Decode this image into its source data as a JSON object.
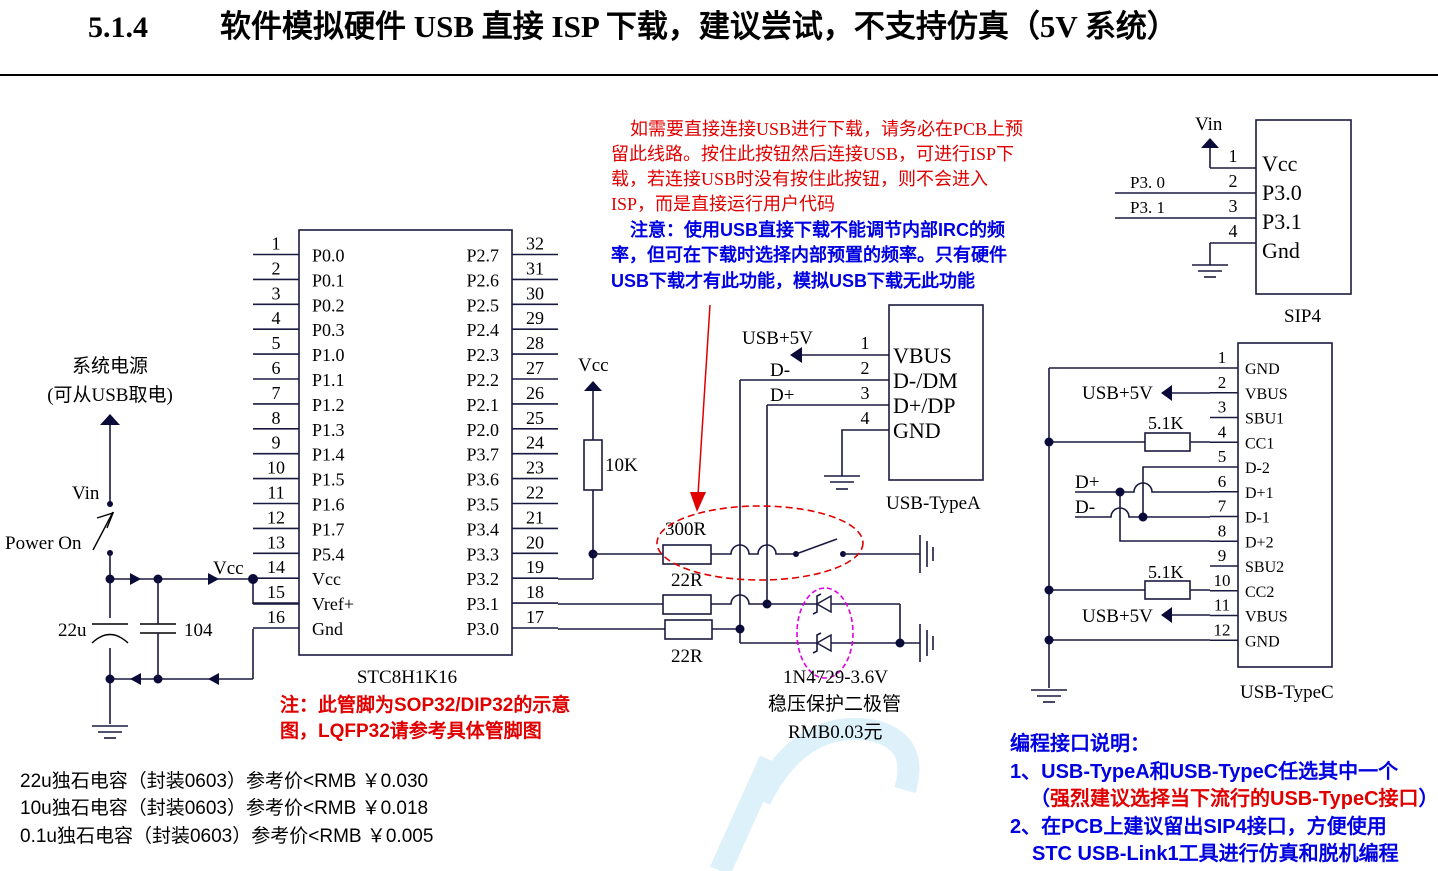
{
  "header": {
    "section": "5.1.4",
    "title": "软件模拟硬件 USB 直接 ISP 下载，建议尝试，不支持仿真（5V 系统）"
  },
  "power": {
    "label1": "系统电源",
    "label2": "(可从USB取电)",
    "vin": "Vin",
    "switch": "Power On",
    "vcc": "Vcc",
    "cap1": "22u",
    "cap2": "104"
  },
  "mcu": {
    "name": "STC8H1K16",
    "left_pins": [
      {
        "num": "1",
        "name": "P0.0"
      },
      {
        "num": "2",
        "name": "P0.1"
      },
      {
        "num": "3",
        "name": "P0.2"
      },
      {
        "num": "4",
        "name": "P0.3"
      },
      {
        "num": "5",
        "name": "P1.0"
      },
      {
        "num": "6",
        "name": "P1.1"
      },
      {
        "num": "7",
        "name": "P1.2"
      },
      {
        "num": "8",
        "name": "P1.3"
      },
      {
        "num": "9",
        "name": "P1.4"
      },
      {
        "num": "10",
        "name": "P1.5"
      },
      {
        "num": "11",
        "name": "P1.6"
      },
      {
        "num": "12",
        "name": "P1.7"
      },
      {
        "num": "13",
        "name": "P5.4"
      },
      {
        "num": "14",
        "name": "Vcc"
      },
      {
        "num": "15",
        "name": "Vref+"
      },
      {
        "num": "16",
        "name": "Gnd"
      }
    ],
    "right_pins": [
      {
        "num": "32",
        "name": "P2.7"
      },
      {
        "num": "31",
        "name": "P2.6"
      },
      {
        "num": "30",
        "name": "P2.5"
      },
      {
        "num": "29",
        "name": "P2.4"
      },
      {
        "num": "28",
        "name": "P2.3"
      },
      {
        "num": "27",
        "name": "P2.2"
      },
      {
        "num": "26",
        "name": "P2.1"
      },
      {
        "num": "25",
        "name": "P2.0"
      },
      {
        "num": "24",
        "name": "P3.7"
      },
      {
        "num": "23",
        "name": "P3.6"
      },
      {
        "num": "22",
        "name": "P3.5"
      },
      {
        "num": "21",
        "name": "P3.4"
      },
      {
        "num": "20",
        "name": "P3.3"
      },
      {
        "num": "19",
        "name": "P3.2"
      },
      {
        "num": "18",
        "name": "P3.1"
      },
      {
        "num": "17",
        "name": "P3.0"
      }
    ],
    "note_line1": "注：此管脚为SOP32/DIP32的示意",
    "note_line2": "图，LQFP32请参考具体管脚图"
  },
  "parts_notes": [
    "22u独石电容（封装0603）参考价<RMB ￥0.030",
    "10u独石电容（封装0603）参考价<RMB ￥0.018",
    "0.1u独石电容（封装0603）参考价<RMB ￥0.005"
  ],
  "usb_circuit": {
    "vcc": "Vcc",
    "r_pullup": "10K",
    "r_switch": "300R",
    "r_dp": "22R",
    "r_dm": "22R",
    "diode": "1N4729-3.6V",
    "diode_desc": "稳压保护二极管",
    "diode_price": "RMB0.03元",
    "usb5v": "USB+5V",
    "dminus": "D-",
    "dplus": "D+"
  },
  "red_note": [
    "如需要直接连接USB进行下载，请务必在PCB上预",
    "留此线路。按住此按钮然后连接USB，可进行ISP下",
    "载，若连接USB时没有按住此按钮，则不会进入",
    "ISP，而是直接运行用户代码"
  ],
  "blue_note": [
    "注意：使用USB直接下载不能调节内部IRC的频",
    "率，但可在下载时选择内部预置的频率。只有硬件",
    "USB下载才有此功能，模拟USB下载无此功能"
  ],
  "usb_typea": {
    "name": "USB-TypeA",
    "pins": [
      {
        "num": "1",
        "name": "VBUS"
      },
      {
        "num": "2",
        "name": "D-/DM"
      },
      {
        "num": "3",
        "name": "D+/DP"
      },
      {
        "num": "4",
        "name": "GND"
      }
    ]
  },
  "sip4": {
    "name": "SIP4",
    "vin": "Vin",
    "p30": "P3. 0",
    "p31": "P3. 1",
    "pins": [
      {
        "num": "1",
        "name": "Vcc"
      },
      {
        "num": "2",
        "name": "P3.0"
      },
      {
        "num": "3",
        "name": "P3.1"
      },
      {
        "num": "4",
        "name": "Gnd"
      }
    ]
  },
  "usb_typec": {
    "name": "USB-TypeC",
    "r1": "5.1K",
    "r2": "5.1K",
    "usb5v_1": "USB+5V",
    "usb5v_2": "USB+5V",
    "dplus": "D+",
    "dminus": "D-",
    "pins": [
      {
        "num": "1",
        "name": "GND"
      },
      {
        "num": "2",
        "name": "VBUS"
      },
      {
        "num": "3",
        "name": "SBU1"
      },
      {
        "num": "4",
        "name": "CC1"
      },
      {
        "num": "5",
        "name": "D-2"
      },
      {
        "num": "6",
        "name": "D+1"
      },
      {
        "num": "7",
        "name": "D-1"
      },
      {
        "num": "8",
        "name": "D+2"
      },
      {
        "num": "9",
        "name": "SBU2"
      },
      {
        "num": "10",
        "name": "CC2"
      },
      {
        "num": "11",
        "name": "VBUS"
      },
      {
        "num": "12",
        "name": "GND"
      }
    ]
  },
  "prog_notes": {
    "title": "编程接口说明：",
    "line1": "1、USB-TypeA和USB-TypeC任选其中一个",
    "line2_open": "（",
    "line2_red": "强烈建议选择当下流行的USB-TypeC接口",
    "line2_close": "）",
    "line3": "2、在PCB上建议留出SIP4接口，方便使用",
    "line4": "STC USB-Link1工具进行仿真和脱机编程"
  },
  "colors": {
    "wire": "#1a1a40",
    "red_note": "#e00000",
    "blue_note": "#0000e0",
    "highlight_ellipse": "#e00000",
    "diode_ellipse": "#e000e0"
  }
}
